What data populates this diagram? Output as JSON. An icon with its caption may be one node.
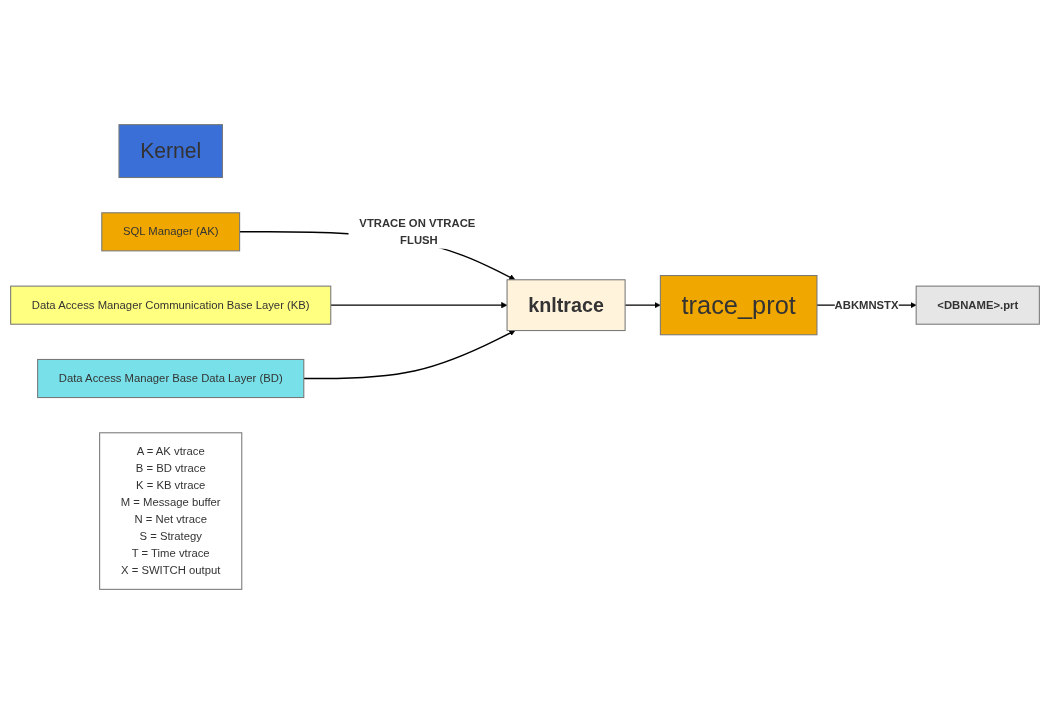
{
  "diagram": {
    "nodes": [
      {
        "text": [
          "Kernel"
        ]
      },
      {
        "text": [
          "SQL Manager (AK)"
        ]
      },
      {
        "text": [
          "Data Access Manager Communication Base Layer (KB)"
        ]
      },
      {
        "text": [
          "Data Access Manager Base Data Layer (BD)"
        ]
      },
      {
        "text": [
          "knltrace"
        ]
      },
      {
        "text": [
          "trace_prot"
        ]
      },
      {
        "text": [
          "<DBNAME>.prt"
        ]
      },
      {
        "text": [
          "A = AK vtrace",
          "B = BD vtrace",
          "K = KB vtrace",
          "M = Message buffer",
          "N = Net vtrace",
          "S = Strategy",
          "T = Time vtrace",
          "X = SWITCH output"
        ]
      }
    ],
    "edges": [
      {
        "from": 1,
        "to": 4,
        "arrow": "to",
        "label": "VTRACE ON VTRACE FLUSH"
      },
      {
        "from": 2,
        "to": 4,
        "arrow": "to"
      },
      {
        "from": 3,
        "to": 4,
        "arrow": "to"
      },
      {
        "from": 4,
        "to": 5,
        "arrow": "to"
      },
      {
        "from": 5,
        "to": 6,
        "arrow": "to",
        "label": "ABKMNSTX"
      }
    ]
  }
}
